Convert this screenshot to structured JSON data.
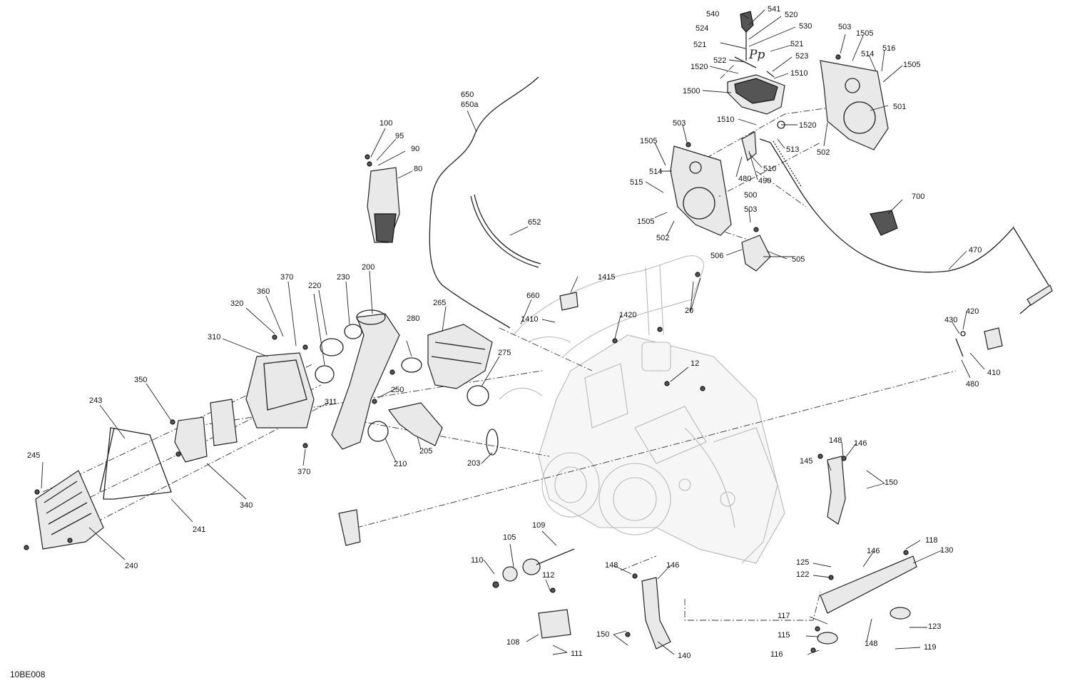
{
  "diagram_code": "10BE008",
  "handwritten_note": "Pp",
  "callouts": {
    "c12": "12",
    "c20": "20",
    "c80": "80",
    "c90": "90",
    "c95": "95",
    "c100": "100",
    "c105": "105",
    "c108": "108",
    "c109": "109",
    "c110": "110",
    "c111": "111",
    "c112": "112",
    "c115": "115",
    "c116": "116",
    "c117": "117",
    "c118": "118",
    "c119": "119",
    "c122": "122",
    "c123": "123",
    "c125": "125",
    "c130": "130",
    "c140": "140",
    "c145": "145",
    "c146a": "146",
    "c146b": "146",
    "c146c": "146",
    "c148a": "148",
    "c148b": "148",
    "c148c": "148",
    "c150a": "150",
    "c150b": "150",
    "c200": "200",
    "c203": "203",
    "c205": "205",
    "c210": "210",
    "c220": "220",
    "c230": "230",
    "c240": "240",
    "c241": "241",
    "c243": "243",
    "c245": "245",
    "c250": "250",
    "c265": "265",
    "c275": "275",
    "c280": "280",
    "c310": "310",
    "c311": "311",
    "c320": "320",
    "c340": "340",
    "c350": "350",
    "c360": "360",
    "c370a": "370",
    "c370b": "370",
    "c410": "410",
    "c420": "420",
    "c430": "430",
    "c470": "470",
    "c480a": "480",
    "c480b": "480",
    "c490": "490",
    "c500": "500",
    "c501": "501",
    "c502a": "502",
    "c502b": "502",
    "c503a": "503",
    "c503b": "503",
    "c503c": "503",
    "c505": "505",
    "c506": "506",
    "c510": "510",
    "c513": "513",
    "c514a": "514",
    "c514b": "514",
    "c515": "515",
    "c516": "516",
    "c520": "520",
    "c521a": "521",
    "c521b": "521",
    "c522": "522",
    "c523": "523",
    "c524": "524",
    "c530": "530",
    "c540": "540",
    "c541": "541",
    "c650": "650",
    "c650a": "650a",
    "c652": "652",
    "c660": "660",
    "c700": "700",
    "c1410": "1410",
    "c1415": "1415",
    "c1420": "1420",
    "c1500": "1500",
    "c1505a": "1505",
    "c1505b": "1505",
    "c1505c": "1505",
    "c1505d": "1505",
    "c1510a": "1510",
    "c1510b": "1510",
    "c1520a": "1520",
    "c1520b": "1520"
  }
}
